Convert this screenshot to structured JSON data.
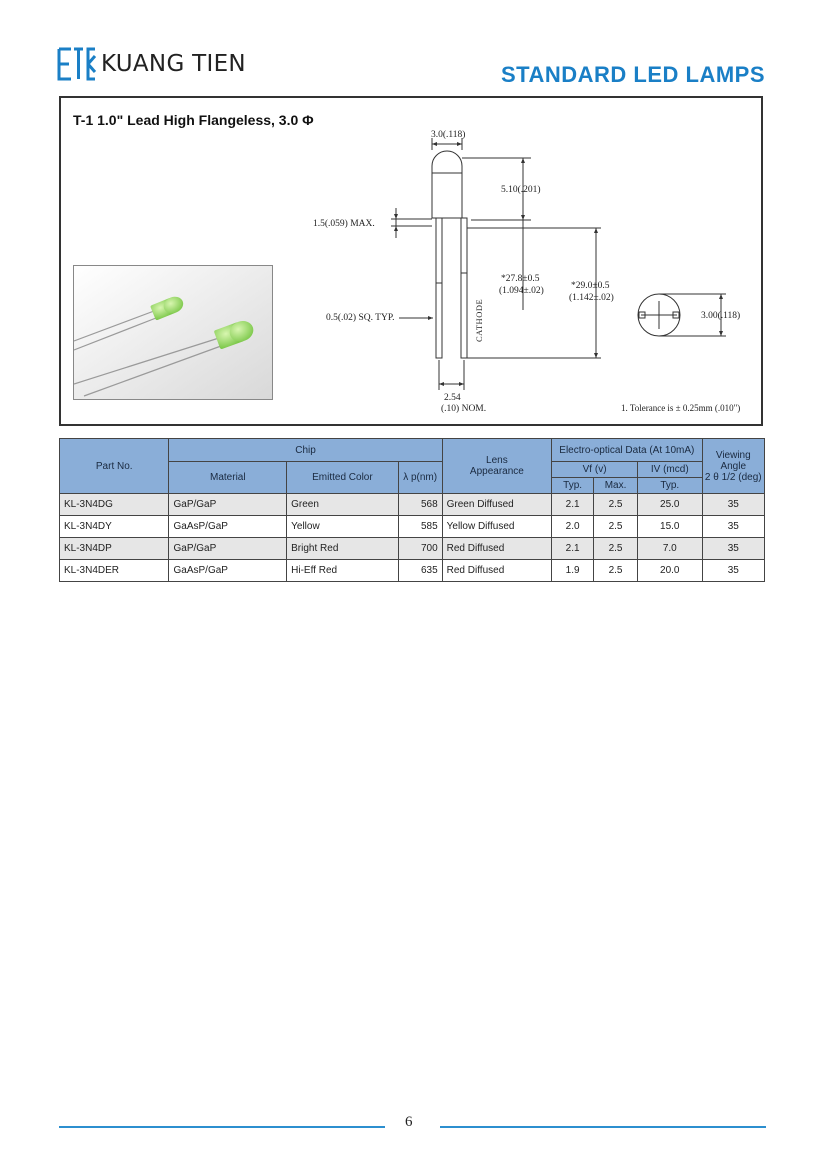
{
  "header": {
    "brand": "KUANG TIEN",
    "title": "STANDARD LED LAMPS",
    "brand_color": "#1a7fc6"
  },
  "product": {
    "title": "T-1 1.0\" Lead High Flangeless, 3.0 Φ"
  },
  "drawing_labels": {
    "diameter": "3.0(.118)",
    "dome_height": "5.10(.201)",
    "flange_max": "1.5(.059)  MAX.",
    "lead_length_1": "*27.8±0.5",
    "lead_length_1b": "(1.094±.02)",
    "lead_length_2": "*29.0±0.5",
    "lead_length_2b": "(1.142±.02)",
    "lead_size": "0.5(.02)  SQ.  TYP.",
    "cathode": "CATHODE",
    "pitch": "2.54",
    "pitch_b": "(.10)  NOM.",
    "bottom_diameter": "3.00(.118)",
    "tolerance": "1. Tolerance is  ±  0.25mm (.010\")"
  },
  "table": {
    "headers": {
      "part_no": "Part No.",
      "chip": "Chip",
      "material": "Material",
      "emitted_color": "Emitted Color",
      "wavelength": "λ p(nm)",
      "lens": "Lens",
      "lens_b": "Appearance",
      "eo": "Electro-optical Data (At 10mA)",
      "vf": "Vf  (v)",
      "iv": "IV  (mcd)",
      "typ": "Typ.",
      "max": "Max.",
      "typ2": "Typ.",
      "viewing": "Viewing Angle",
      "viewing_b": "2 θ  1/2 (deg)"
    },
    "rows": [
      {
        "part": "KL-3N4DG",
        "material": "GaP/GaP",
        "color": "Green",
        "wl": "568",
        "lens": "Green Diffused",
        "vf_typ": "2.1",
        "vf_max": "2.5",
        "iv_typ": "25.0",
        "angle": "35"
      },
      {
        "part": "KL-3N4DY",
        "material": "GaAsP/GaP",
        "color": "Yellow",
        "wl": "585",
        "lens": "Yellow Diffused",
        "vf_typ": "2.0",
        "vf_max": "2.5",
        "iv_typ": "15.0",
        "angle": "35"
      },
      {
        "part": "KL-3N4DP",
        "material": "GaP/GaP",
        "color": "Bright Red",
        "wl": "700",
        "lens": "Red Diffused",
        "vf_typ": "2.1",
        "vf_max": "2.5",
        "iv_typ": "7.0",
        "angle": "35"
      },
      {
        "part": "KL-3N4DER",
        "material": "GaAsP/GaP",
        "color": "Hi-Eff Red",
        "wl": "635",
        "lens": "Red Diffused",
        "vf_typ": "1.9",
        "vf_max": "2.5",
        "iv_typ": "20.0",
        "angle": "35"
      }
    ]
  },
  "footer": {
    "page_number": "6"
  }
}
